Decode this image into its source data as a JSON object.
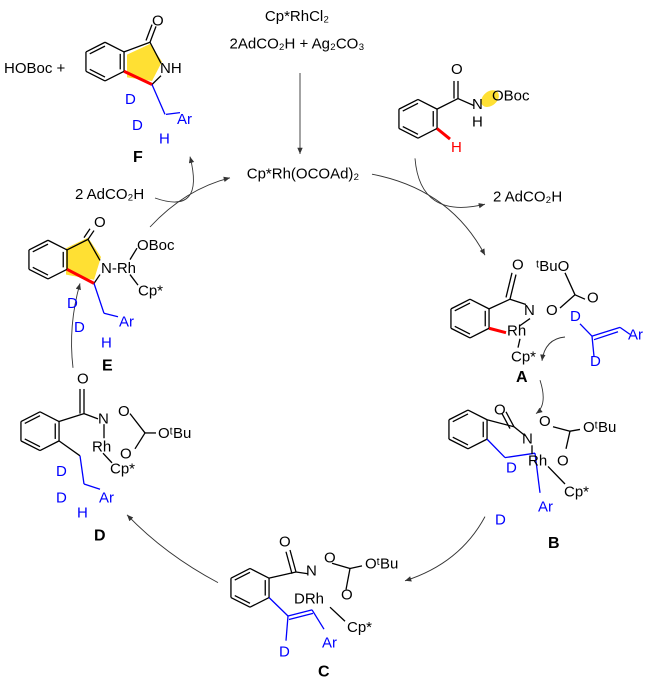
{
  "reagents": {
    "line1": "Cp*RhCl₂",
    "line2": "2AdCO₂H + Ag₂CO₃"
  },
  "catalyst": "Cp*Rh(OCOAd)₂",
  "byproduct_right": "2 AdCO₂H",
  "byproduct_left": "2 AdCO₂H",
  "hoboc": "HOBoc +",
  "colors": {
    "deuterium": "#0000ff",
    "highlight": "#ffe033",
    "ch_bond": "#ff0000"
  },
  "substrate": {
    "o": "O",
    "n": "N",
    "oboc": "OBoc",
    "nh": "H",
    "h": "H"
  },
  "F": {
    "o": "O",
    "nh": "NH",
    "d1": "D",
    "d2": "D",
    "ar": "Ar",
    "h": "H",
    "label": "F"
  },
  "E": {
    "o": "O",
    "nrh": "N-Rh",
    "oboc": "OBoc",
    "cp": "Cp*",
    "d1": "D",
    "d2": "D",
    "ar": "Ar",
    "h": "H",
    "label": "E"
  },
  "A": {
    "o": "O",
    "tbuo": "ᵗBuO",
    "o2": "O",
    "n": "N",
    "o3": "O",
    "rh": "Rh",
    "cp": "Cp*",
    "label": "A"
  },
  "alkene": {
    "d1": "D",
    "d2": "D",
    "ar": "Ar"
  },
  "B": {
    "o": "O",
    "n": "N",
    "o2": "O",
    "otbu": "OᵗBu",
    "rh": "Rh",
    "o3": "O",
    "cp": "Cp*",
    "d1": "D",
    "d2": "D",
    "ar": "Ar",
    "label": "B"
  },
  "C": {
    "o": "O",
    "n": "N",
    "o2": "O",
    "otbu": "OᵗBu",
    "drh": "DRh",
    "o3": "O",
    "cp": "Cp*",
    "d": "D",
    "ar": "Ar",
    "label": "C"
  },
  "D": {
    "o": "O",
    "n": "N",
    "o2": "O",
    "otbu": "OᵗBu",
    "rh": "Rh",
    "o3": "O",
    "cp": "Cp*",
    "d1": "D",
    "d2": "D",
    "ar": "Ar",
    "h": "H",
    "label": "D"
  }
}
